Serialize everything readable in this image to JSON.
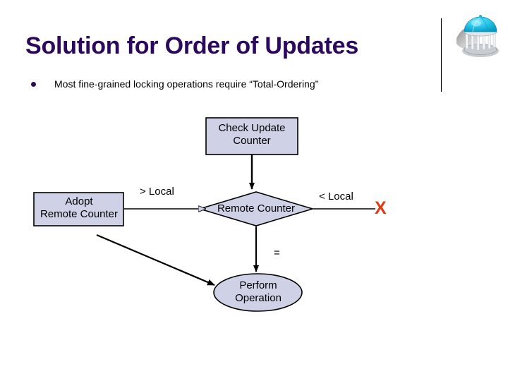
{
  "slide": {
    "title": "Solution for Order of Updates",
    "title_color": "#2B0A5E",
    "bullets": [
      {
        "marker": "bullet-disc",
        "text": "Most fine-grained locking operations require “Total-Ordering”"
      }
    ],
    "logo": {
      "name": "gazebo-dome-logo",
      "dome_color": "#22C3E6",
      "column_color": "#E9EDF2",
      "shadow_color": "#8A8A8A"
    },
    "divider": {
      "name": "header-divider",
      "color": "#000000"
    }
  },
  "diagram": {
    "type": "flowchart",
    "node_fill": "#CFD2E6",
    "node_stroke": "#000000",
    "nodes": [
      {
        "id": "check-update-counter",
        "shape": "rectangle",
        "label": "Check Update\nCounter",
        "label_line1": "Check Update",
        "label_line2": "Counter"
      },
      {
        "id": "adopt-remote-counter",
        "shape": "rectangle",
        "label": "Adopt\nRemote Counter",
        "label_line1": "Adopt",
        "label_line2": "Remote Counter"
      },
      {
        "id": "remote-counter-decision",
        "shape": "diamond",
        "label": "Remote Counter",
        "label_line1": "Remote Counter",
        "label_line2": ""
      },
      {
        "id": "perform-operation",
        "shape": "ellipse",
        "label": "Perform\nOperation",
        "label_line1": "Perform",
        "label_line2": "Operation"
      }
    ],
    "edges": [
      {
        "id": "check-to-decision",
        "from": "check-update-counter",
        "to": "remote-counter-decision",
        "label": ""
      },
      {
        "id": "decision-to-adopt",
        "from": "remote-counter-decision",
        "to": "adopt-remote-counter",
        "label": "> Local"
      },
      {
        "id": "decision-to-x",
        "from": "remote-counter-decision",
        "to": "x-mark",
        "label": "< Local"
      },
      {
        "id": "decision-to-perform",
        "from": "remote-counter-decision",
        "to": "perform-operation",
        "label": "="
      },
      {
        "id": "adopt-to-perform",
        "from": "adopt-remote-counter",
        "to": "perform-operation",
        "label": ""
      }
    ],
    "x_mark": {
      "id": "x-mark",
      "text": "X",
      "color": "#E03A12"
    }
  }
}
